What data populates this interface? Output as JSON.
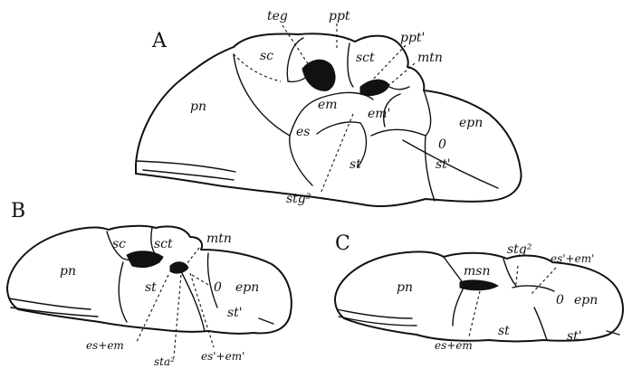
{
  "panels": [
    {
      "letter": "A",
      "labels": {
        "teg": "teg",
        "ppt": "ppt",
        "ppt2": "ppt'",
        "mtn": "mtn",
        "sc": "sc",
        "sct": "sct",
        "pn": "pn",
        "em": "em",
        "em2": "em'",
        "epn": "epn",
        "es": "es",
        "st": "st",
        "st2": "st'",
        "zero": "0",
        "stg2": "stg²"
      }
    },
    {
      "letter": "B",
      "labels": {
        "sc": "sc",
        "sct": "sct",
        "mtn": "mtn",
        "pn": "pn",
        "st": "st",
        "zero": "0",
        "epn": "epn",
        "st2": "st'",
        "esem": "es+em",
        "sta2": "sta²",
        "esem2": "es'+em'"
      }
    },
    {
      "letter": "C",
      "labels": {
        "pn": "pn",
        "msn": "msn",
        "stg2": "stg²",
        "esem2": "es'+em'",
        "zero": "0",
        "epn": "epn",
        "esem": "es+em",
        "st": "st",
        "st2": "st'"
      }
    }
  ]
}
